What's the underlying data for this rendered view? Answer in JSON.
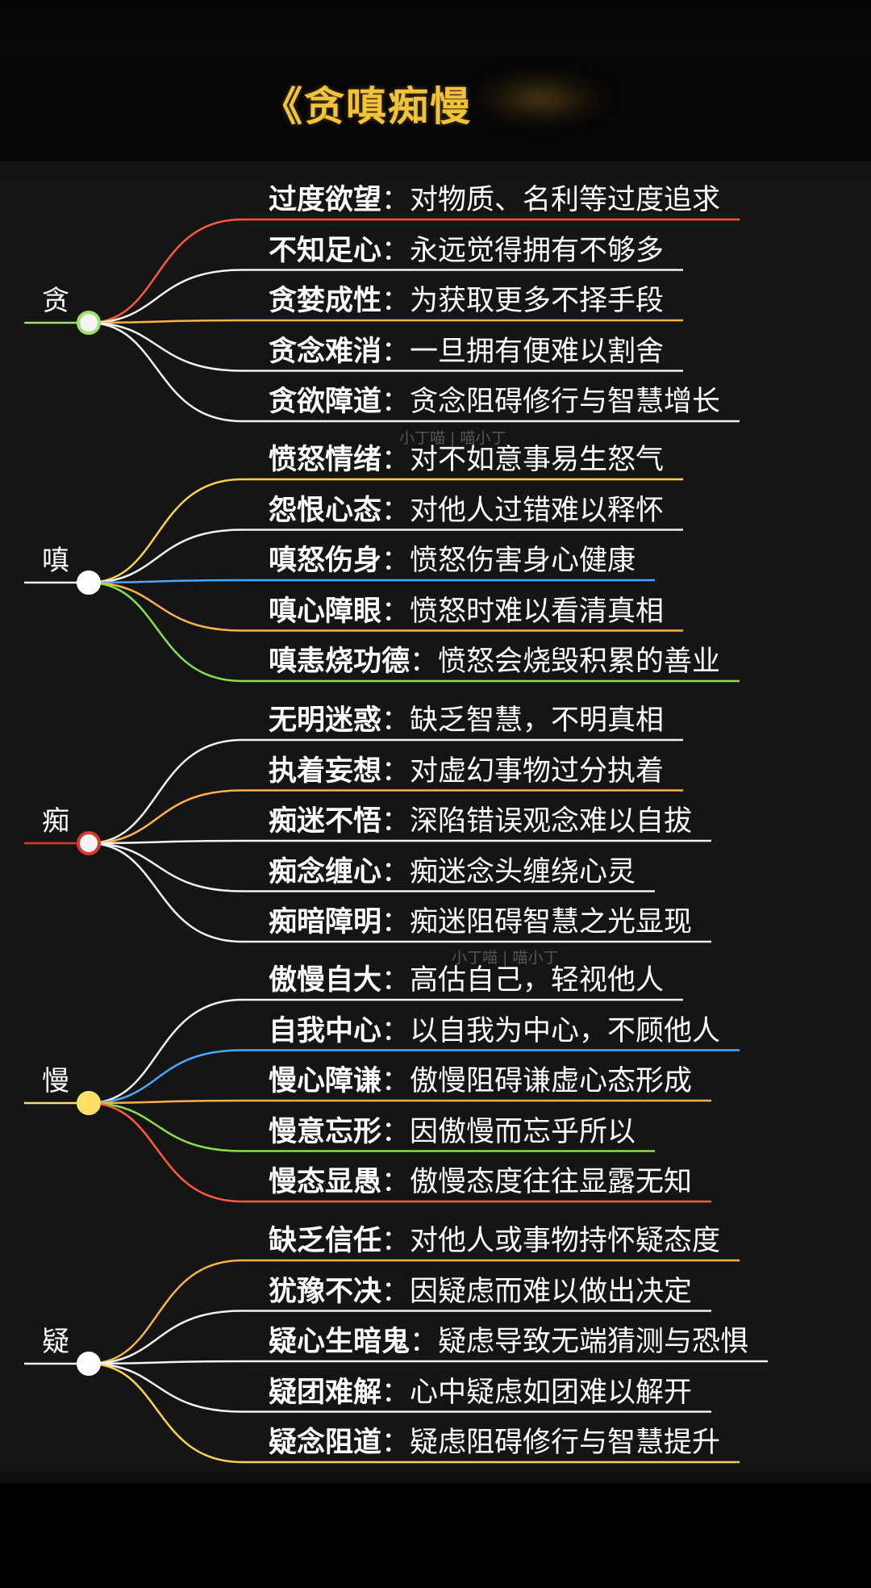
{
  "title": "《贪嗔痴慢",
  "watermarks": [
    "小丁喵 | 喵小丁",
    "小丁喵 | 喵小丁"
  ],
  "groups": [
    {
      "root": "贪",
      "node_color": "#9be36b",
      "branches": [
        {
          "term": "过度欲望",
          "desc": "对物质、名利等过度追求",
          "color": "#ff5a3c"
        },
        {
          "term": "不知足心",
          "desc": "永远觉得拥有不够多",
          "color": "#f2f2f2"
        },
        {
          "term": "贪婪成性",
          "desc": "为获取更多不择手段",
          "color": "#ffb347"
        },
        {
          "term": "贪念难消",
          "desc": "一旦拥有便难以割舍",
          "color": "#f2f2f2"
        },
        {
          "term": "贪欲障道",
          "desc": "贪念阻碍修行与智慧增长",
          "color": "#f2f2f2"
        }
      ]
    },
    {
      "root": "嗔",
      "node_color": "#ffffff",
      "branches": [
        {
          "term": "愤怒情绪",
          "desc": "对不如意事易生怒气",
          "color": "#ffd24a"
        },
        {
          "term": "怨恨心态",
          "desc": "对他人过错难以释怀",
          "color": "#f2f2f2"
        },
        {
          "term": "嗔怒伤身",
          "desc": "愤怒伤害身心健康",
          "color": "#4aa8ff"
        },
        {
          "term": "嗔心障眼",
          "desc": "愤怒时难以看清真相",
          "color": "#ffb347"
        },
        {
          "term": "嗔恚烧功德",
          "desc": "愤怒会烧毁积累的善业",
          "color": "#8be04a"
        }
      ]
    },
    {
      "root": "痴",
      "node_color": "#d83a2e",
      "branches": [
        {
          "term": "无明迷惑",
          "desc": "缺乏智慧，不明真相",
          "color": "#f2f2f2"
        },
        {
          "term": "执着妄想",
          "desc": "对虚幻事物过分执着",
          "color": "#ffb347"
        },
        {
          "term": "痴迷不悟",
          "desc": "深陷错误观念难以自拔",
          "color": "#f2f2f2"
        },
        {
          "term": "痴念缠心",
          "desc": "痴迷念头缠绕心灵",
          "color": "#f2f2f2"
        },
        {
          "term": "痴暗障明",
          "desc": "痴迷阻碍智慧之光显现",
          "color": "#f2f2f2"
        }
      ]
    },
    {
      "root": "慢",
      "node_color": "#ffe066",
      "branches": [
        {
          "term": "傲慢自大",
          "desc": "高估自己，轻视他人",
          "color": "#f2f2f2"
        },
        {
          "term": "自我中心",
          "desc": "以自我为中心，不顾他人",
          "color": "#4aa8ff"
        },
        {
          "term": "慢心障谦",
          "desc": "傲慢阻碍谦虚心态形成",
          "color": "#ffb347"
        },
        {
          "term": "慢意忘形",
          "desc": "因傲慢而忘乎所以",
          "color": "#8be04a"
        },
        {
          "term": "慢态显愚",
          "desc": "傲慢态度往往显露无知",
          "color": "#ff5a3c"
        }
      ]
    },
    {
      "root": "疑",
      "node_color": "#ffffff",
      "branches": [
        {
          "term": "缺乏信任",
          "desc": "对他人或事物持怀疑态度",
          "color": "#ffb347"
        },
        {
          "term": "犹豫不决",
          "desc": "因疑虑而难以做出决定",
          "color": "#f2f2f2"
        },
        {
          "term": "疑心生暗鬼",
          "desc": "疑虑导致无端猜测与恐惧",
          "color": "#f2f2f2"
        },
        {
          "term": "疑团难解",
          "desc": "心中疑虑如团难以解开",
          "color": "#f2f2f2"
        },
        {
          "term": "疑念阻道",
          "desc": "疑虑阻碍修行与智慧提升",
          "color": "#ffd24a"
        }
      ]
    }
  ]
}
